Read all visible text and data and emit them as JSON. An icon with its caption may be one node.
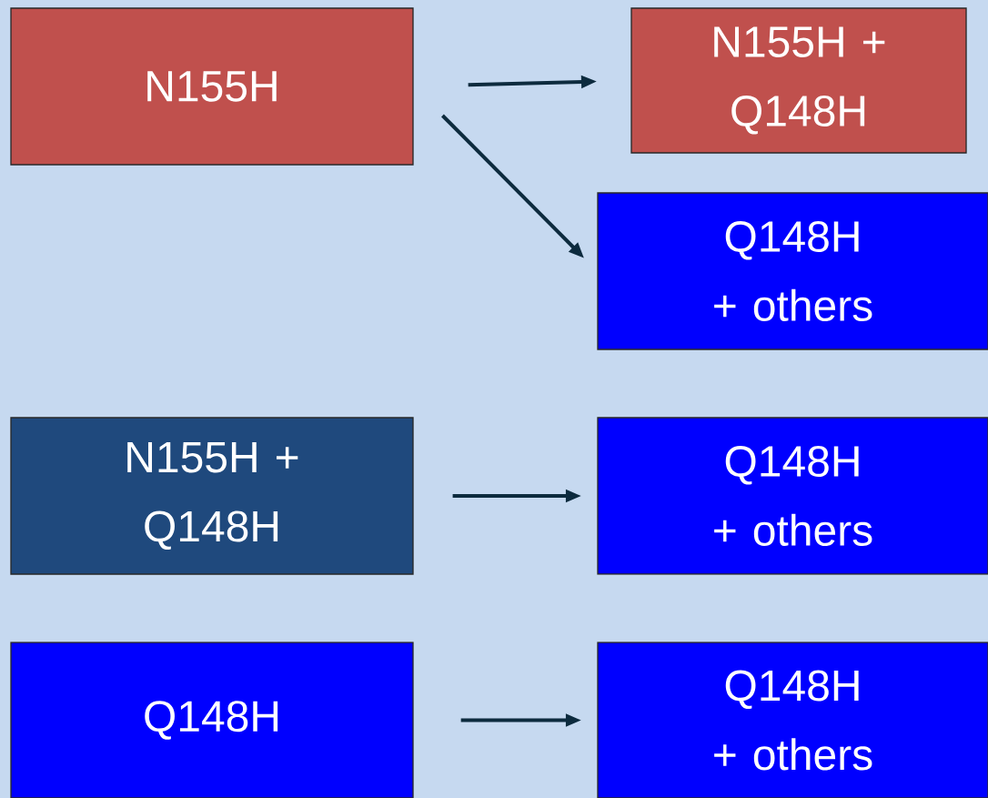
{
  "diagram": {
    "nodes": [
      {
        "text": [
          "N155H"
        ]
      },
      {
        "text": [
          "N155H + Q148H"
        ]
      },
      {
        "text": [
          "Q148H + others"
        ]
      },
      {
        "text": [
          "N155H + Q148H"
        ]
      },
      {
        "text": [
          "Q148H + others"
        ]
      },
      {
        "text": [
          "Q148H"
        ]
      },
      {
        "text": [
          "Q148H + others"
        ]
      }
    ],
    "edges": [
      {
        "from": 0,
        "to": 1,
        "arrow": "to"
      },
      {
        "from": 0,
        "to": 2,
        "arrow": "to"
      },
      {
        "from": 3,
        "to": 4,
        "arrow": "to"
      },
      {
        "from": 5,
        "to": 6,
        "arrow": "to"
      }
    ]
  }
}
